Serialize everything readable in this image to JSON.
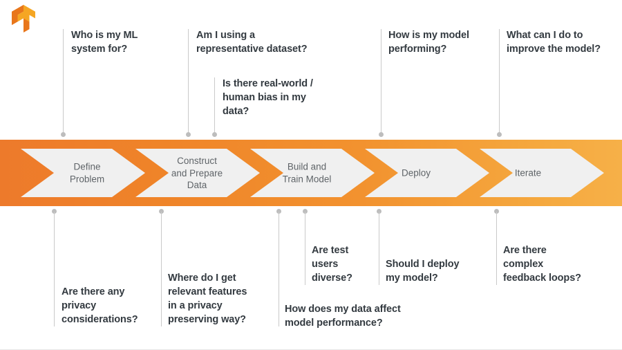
{
  "page": {
    "title": "ML Workflow Questions",
    "background_color": "#ffffff"
  },
  "logo": {
    "name": "tensorflow-logo",
    "alt": "TensorFlow",
    "color_dark": "#E8761B",
    "color_light": "#F5A623"
  },
  "banner": {
    "gradient_from": "#ED7A2B",
    "gradient_to": "#F6B048",
    "chevron_fill": "#F0F0F0",
    "chevron_text_color": "#5f6468"
  },
  "steps": [
    {
      "id": "define-problem",
      "label": "Define\nProblem"
    },
    {
      "id": "construct-prepare-data",
      "label": "Construct\nand Prepare\nData"
    },
    {
      "id": "build-train-model",
      "label": "Build and\nTrain Model"
    },
    {
      "id": "deploy",
      "label": "Deploy"
    },
    {
      "id": "iterate",
      "label": "Iterate"
    }
  ],
  "top_callouts": [
    {
      "id": "who-is-my-ml-system-for",
      "text": "Who is my ML\nsystem for?"
    },
    {
      "id": "representative-dataset",
      "text": "Am I using a\nrepresentative dataset?"
    },
    {
      "id": "real-world-human-bias",
      "text": "Is there real-world /\nhuman bias in my\ndata?"
    },
    {
      "id": "how-is-my-model-performing",
      "text": "How is my model\nperforming?"
    },
    {
      "id": "improve-the-model",
      "text": "What can I do to\nimprove the model?"
    }
  ],
  "bottom_callouts": [
    {
      "id": "privacy-considerations",
      "text": "Are there any\nprivacy\nconsiderations?"
    },
    {
      "id": "relevant-features-privacy",
      "text": "Where do I get\nrelevant features\nin a privacy\npreserving way?"
    },
    {
      "id": "data-affect-model-performance",
      "text": "How does my data affect\nmodel performance?"
    },
    {
      "id": "test-users-diverse",
      "text": "Are test\nusers\ndiverse?"
    },
    {
      "id": "should-i-deploy-my-model",
      "text": "Should I deploy\nmy model?"
    },
    {
      "id": "complex-feedback-loops",
      "text": "Are there\ncomplex\nfeedback loops?"
    }
  ]
}
